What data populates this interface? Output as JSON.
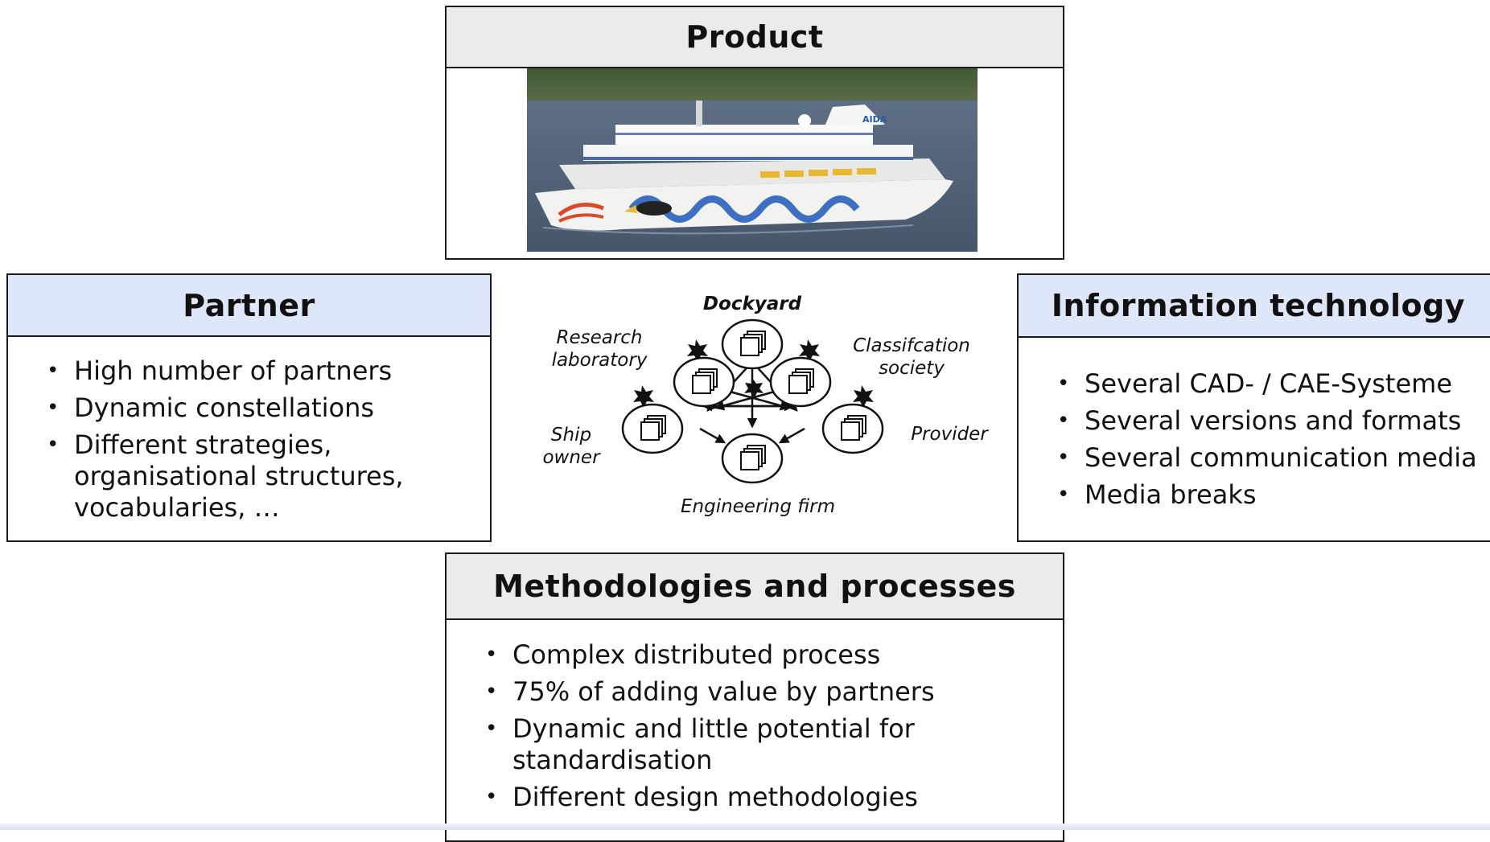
{
  "product": {
    "title": "Product",
    "ship_logo": "AIDA"
  },
  "partner": {
    "title": "Partner",
    "items": [
      "High number of partners",
      "Dynamic constellations",
      "Different strategies, organisational structures, vocabularies, …"
    ]
  },
  "it": {
    "title": "Information technology",
    "items": [
      "Several CAD- / CAE-Systeme",
      "Several versions and formats",
      "Several communication media",
      "Media breaks"
    ]
  },
  "methods": {
    "title": "Methodologies and processes",
    "items": [
      "Complex distributed process",
      "75% of adding value by partners",
      "Dynamic and little potential for standardisation",
      "Different design methodologies"
    ]
  },
  "network": {
    "dockyard": "Dockyard",
    "research_line1": "Research",
    "research_line2": "laboratory",
    "class_line1": "Classifcation",
    "class_line2": "society",
    "ship_line1": "Ship",
    "ship_line2": "owner",
    "provider": "Provider",
    "engineering": "Engineering firm"
  },
  "colors": {
    "header_grey": "#ebebeb",
    "header_blue": "#dde7f9",
    "border": "#1a1a1a"
  }
}
